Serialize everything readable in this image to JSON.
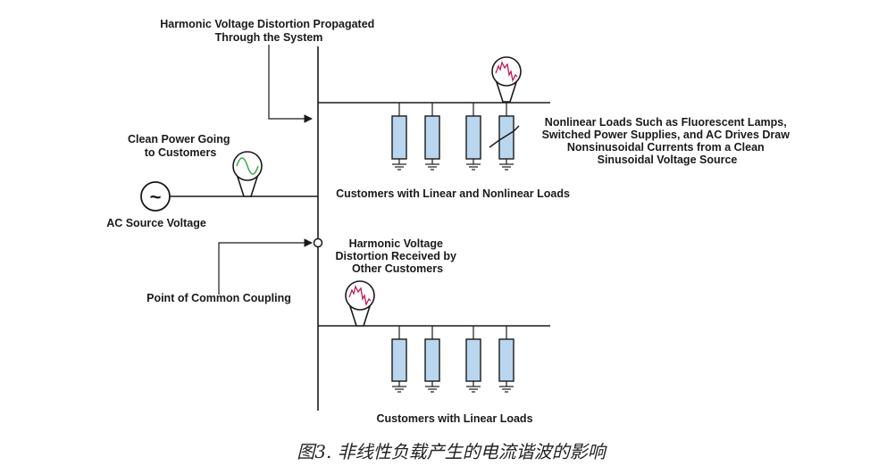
{
  "labels": {
    "harmonic_propagated": [
      "Harmonic Voltage Distortion Propagated",
      "Through the System"
    ],
    "clean_power": [
      "Clean Power Going",
      "to Customers"
    ],
    "ac_source": "AC Source Voltage",
    "ac_symbol": "~",
    "nonlinear_loads_desc": [
      "Nonlinear Loads Such as Fluorescent Lamps,",
      "Switched Power Supplies, and AC Drives Draw",
      "Nonsinusoidal Currents from a Clean",
      "Sinusoidal Voltage Source"
    ],
    "customers_linear_nonlinear": "Customers with Linear and Nonlinear Loads",
    "harmonic_received": [
      "Harmonic Voltage",
      "Distortion Received by",
      "Other Customers"
    ],
    "pcc": "Point of Common Coupling",
    "customers_linear": "Customers with Linear Loads",
    "caption": "图3. 非线性负载产生的电流谐波的影响"
  },
  "colors": {
    "load_fill": "#b9d6ee",
    "clean_wave": "#3aa84a",
    "distorted_wave": "#c2185b",
    "line": "#1a1a1a"
  },
  "icons": {
    "ac_source": "ac-source-icon",
    "scope": "waveform-scope-icon",
    "ground": "ground-icon",
    "nonlinear": "nonlinear-load-icon"
  }
}
